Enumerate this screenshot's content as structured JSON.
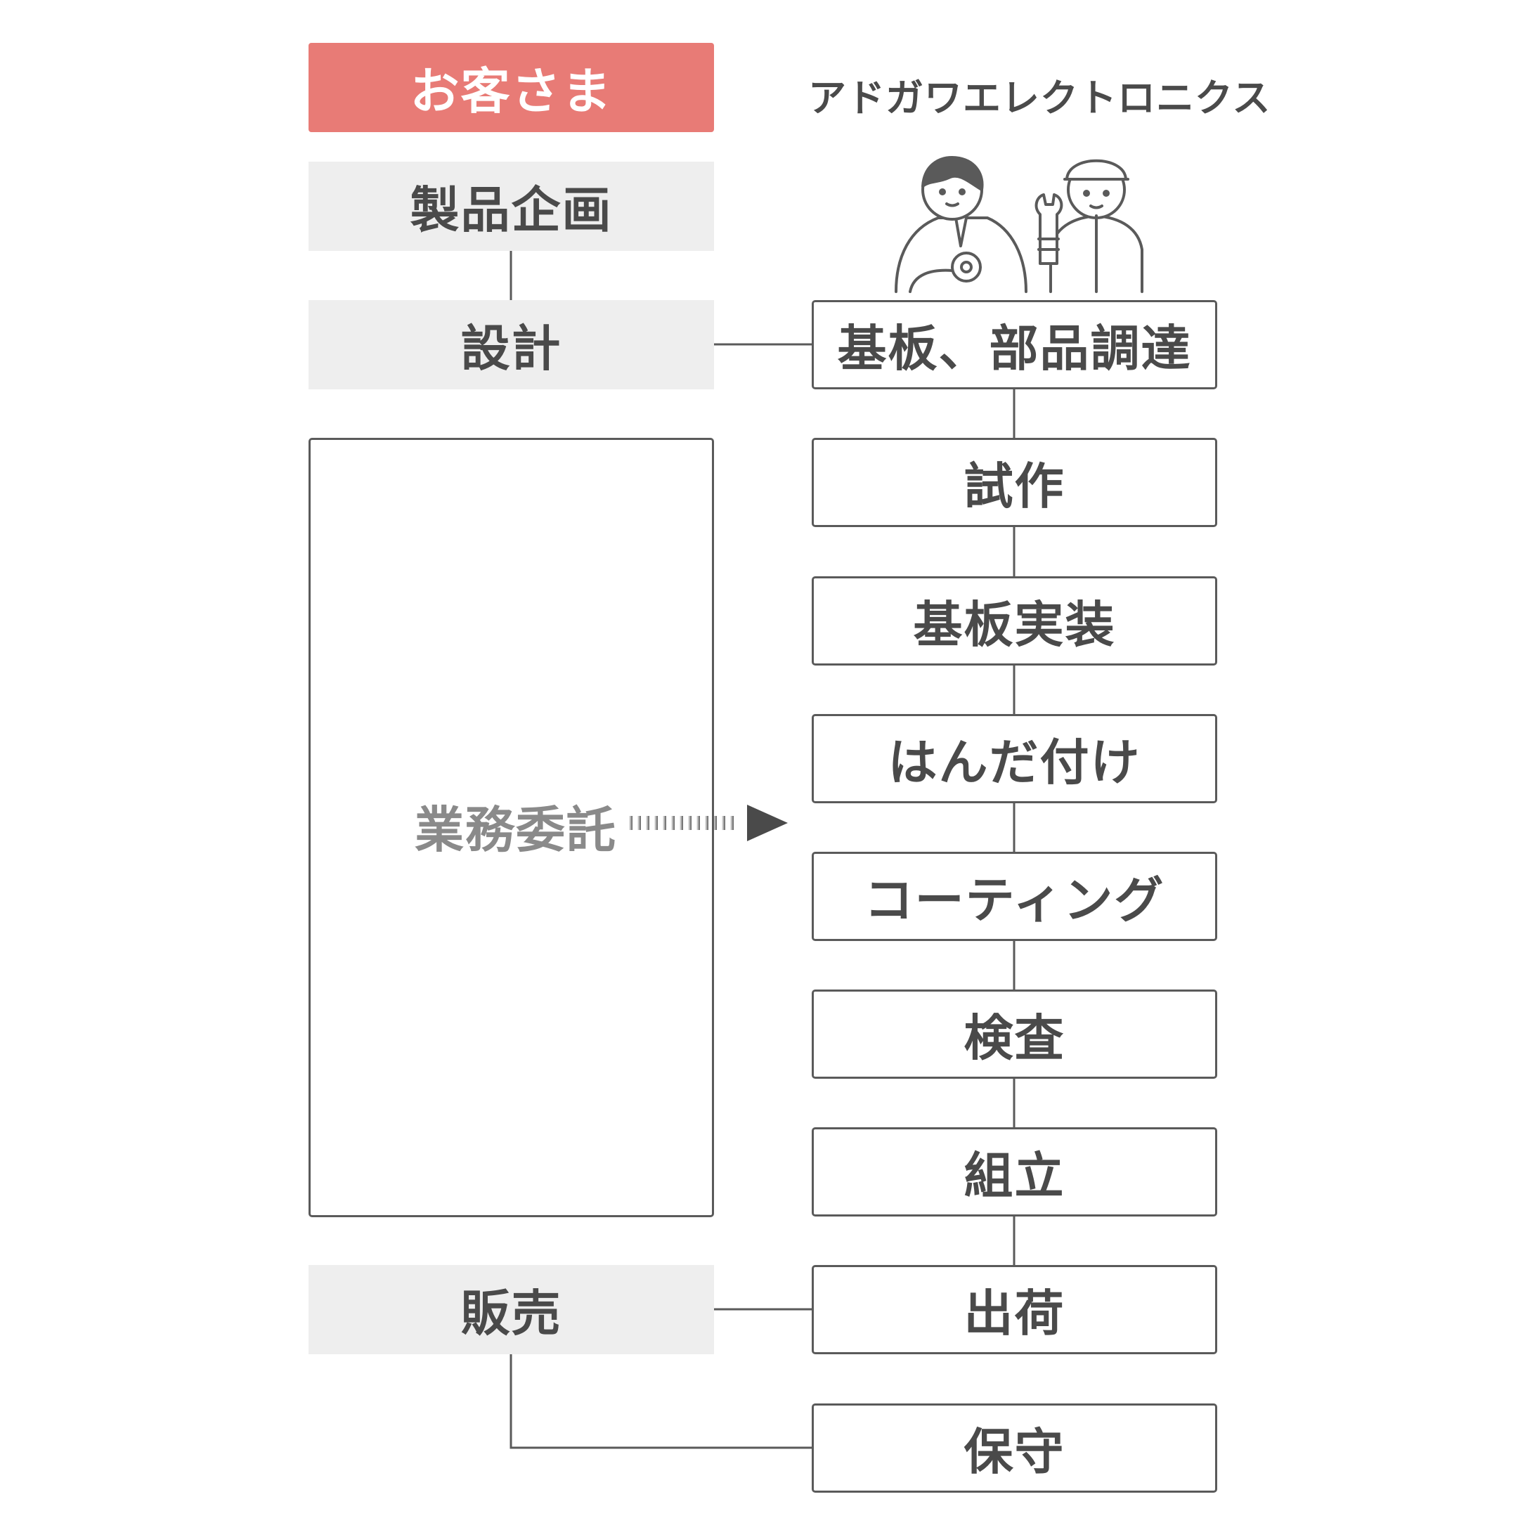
{
  "customer": {
    "header": "お客さま",
    "steps": [
      "製品企画",
      "設計",
      "販売"
    ]
  },
  "company": {
    "name": "アドガワエレクトロニクス",
    "steps": [
      "基板、部品調達",
      "試作",
      "基板実装",
      "はんだ付け",
      "コーティング",
      "検査",
      "組立",
      "出荷",
      "保守"
    ]
  },
  "outsourcing": {
    "label": "業務委託"
  },
  "colors": {
    "accent": "#e87b76",
    "box_fill": "#eeeeee",
    "line": "#5a5a5a",
    "text": "#4a4a4a"
  },
  "icons": [
    "engineer-with-gear-icon",
    "mechanic-with-wrench-icon",
    "dashed-arrow-right-icon"
  ]
}
